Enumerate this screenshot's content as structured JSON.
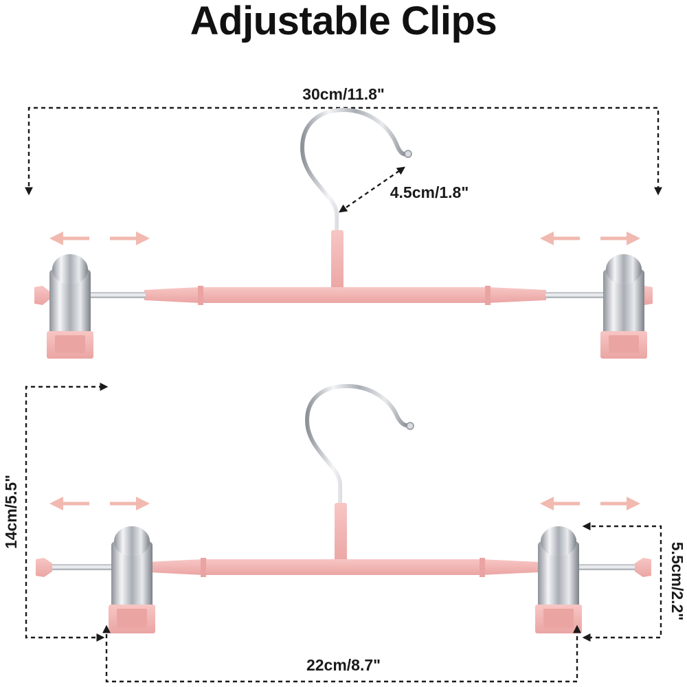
{
  "title": "Adjustable Clips",
  "dimensions": {
    "total_width": "30cm/11.8\"",
    "hook_gap": "4.5cm/1.8\"",
    "height": "14cm/5.5\"",
    "clip_height": "5.5cm/2.2\"",
    "clip_span": "22cm/8.7\""
  },
  "colors": {
    "pink": "#f3b7b6",
    "pink_dark": "#e9a3a2",
    "arrow_pink": "#f1b9b0",
    "chrome": "#c9ccd1",
    "text": "#1a1a1a"
  }
}
